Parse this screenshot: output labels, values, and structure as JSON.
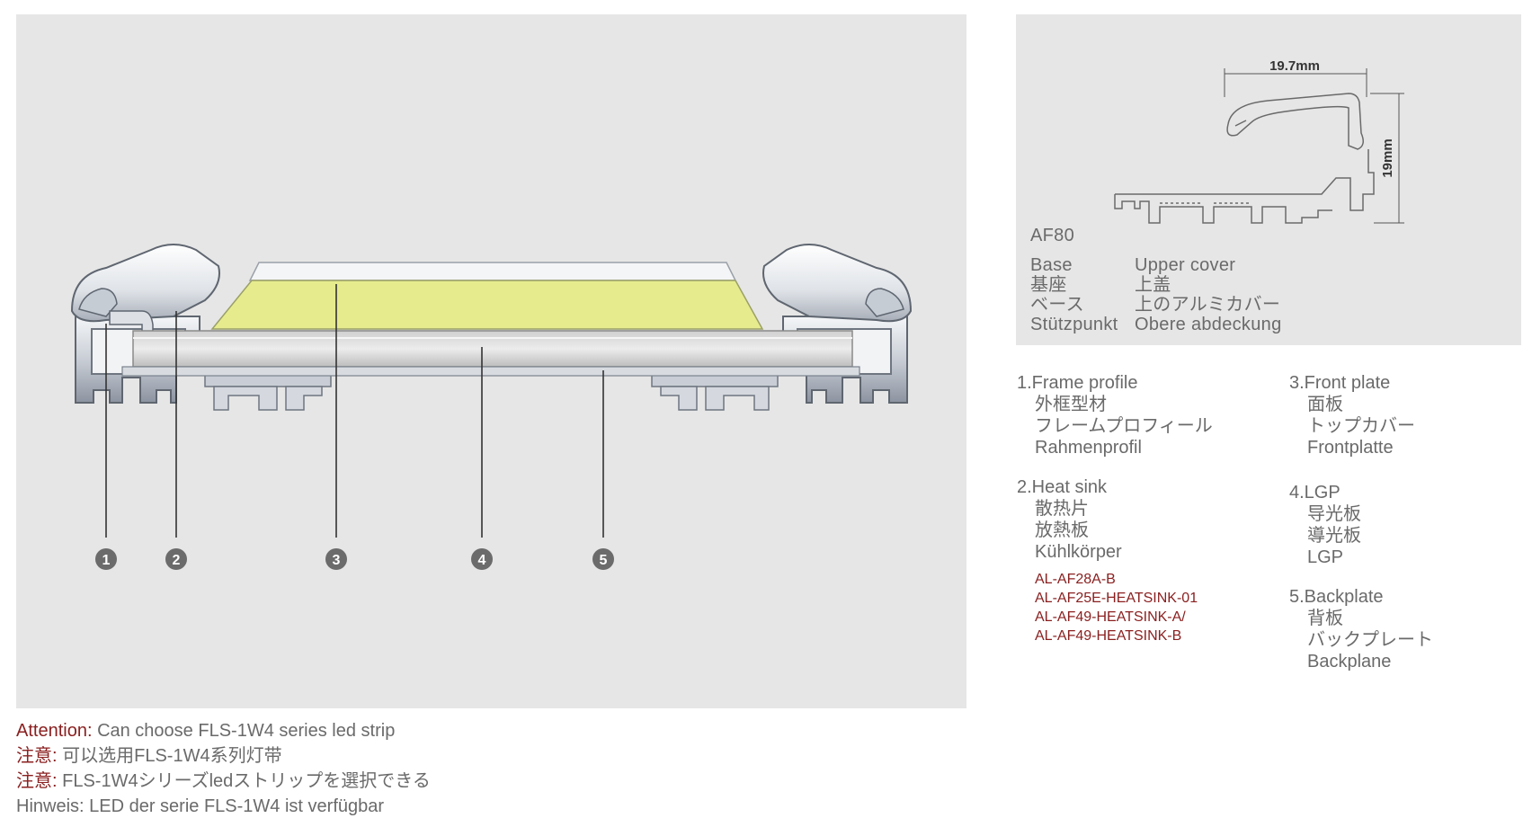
{
  "cross_section": {
    "markers": [
      "1",
      "2",
      "3",
      "4",
      "5"
    ]
  },
  "profile": {
    "model": "AF80",
    "dim_width": "19.7mm",
    "dim_height": "19mm",
    "base_labels": [
      "Base",
      "基座",
      "ベース",
      "Stützpunkt"
    ],
    "cover_labels": [
      "Upper cover",
      "上盖",
      "上のアルミカバー",
      "Obere abdeckung"
    ]
  },
  "legend": [
    {
      "title": "1.Frame profile",
      "lines": [
        "外框型材",
        "フレームプロフィール",
        "Rahmenprofil"
      ],
      "codes": []
    },
    {
      "title": "2.Heat sink",
      "lines": [
        "散热片",
        "放熱板",
        "Kühlkörper"
      ],
      "codes": [
        "AL-AF28A-B",
        "AL-AF25E-HEATSINK-01",
        "AL-AF49-HEATSINK-A/",
        "AL-AF49-HEATSINK-B"
      ]
    },
    {
      "title": "3.Front plate",
      "lines": [
        "面板",
        "トップカバー",
        "Frontplatte"
      ],
      "codes": []
    },
    {
      "title": "4.LGP",
      "lines": [
        "导光板",
        "導光板",
        "LGP"
      ],
      "codes": []
    },
    {
      "title": "5.Backplate",
      "lines": [
        "背板",
        "バックプレート",
        "Backplane"
      ],
      "codes": []
    }
  ],
  "attention": [
    {
      "label": "Attention: ",
      "text": "Can choose FLS-1W4 series led strip"
    },
    {
      "label": "注意:",
      "text": " 可以选用FLS-1W4系列灯带"
    },
    {
      "label": "注意:",
      "text": " FLS-1W4シリーズledストリップを選択できる"
    },
    {
      "label": "",
      "text": "Hinweis: LED der serie FLS-1W4 ist verfügbar"
    }
  ],
  "colors": {
    "panel_bg": "#e6e6e6",
    "accent_red": "#8b2020",
    "front_plate_yellow": "#e6eb8e",
    "badge_gray": "#6b6b6b",
    "profile_stroke": "#6a6a6a"
  }
}
